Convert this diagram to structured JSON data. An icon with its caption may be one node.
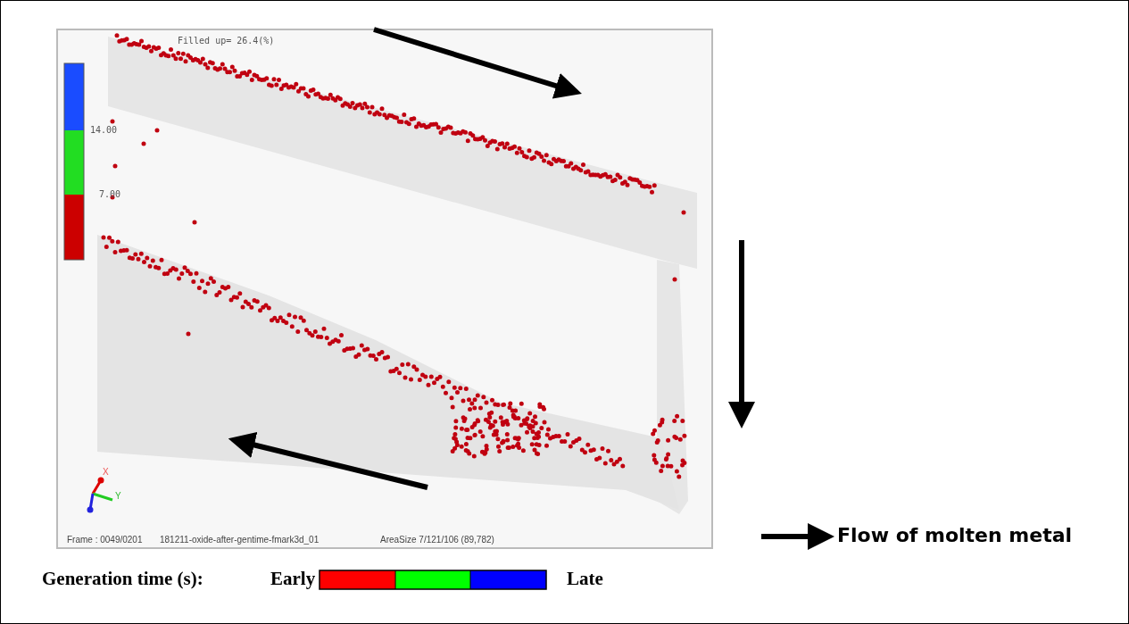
{
  "diagram": {
    "labels": [
      "Filled up= 26.4(%)",
      "14.00",
      "7.00",
      "X",
      "Y",
      "Frame : 0049/0201",
      "181211-oxide-after-gentime-fmark3d_01",
      "AreaSize 7/121/106 (89,782)",
      "Generation time (s):",
      "Early",
      "Late"
    ],
    "legend": [
      {
        "text": "Flow of molten metal"
      }
    ]
  }
}
